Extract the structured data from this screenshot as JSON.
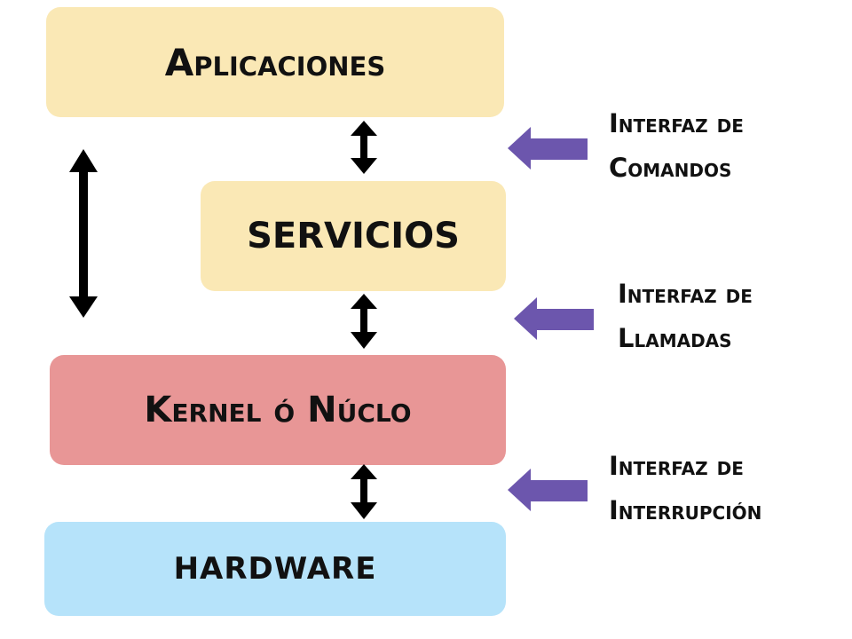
{
  "layers": {
    "applications": {
      "label": "Aplicaciones",
      "color": "#fae8b5"
    },
    "services": {
      "label": "SERVICIOS",
      "color": "#fae8b5"
    },
    "kernel": {
      "label": "Kernel ó Núclo",
      "color": "#e89696"
    },
    "hardware": {
      "label": "HARDWARE",
      "color": "#b6e3fa"
    }
  },
  "interfaces": {
    "commands": {
      "line1": "Interfaz de",
      "line2": "Comandos"
    },
    "calls": {
      "line1": "Interfaz de",
      "line2": "Llamadas"
    },
    "interrupt": {
      "line1": "Interfaz de",
      "line2": "Interrupción"
    }
  },
  "colors": {
    "arrow": "#000000",
    "interface_arrow": "#6c56ad"
  }
}
